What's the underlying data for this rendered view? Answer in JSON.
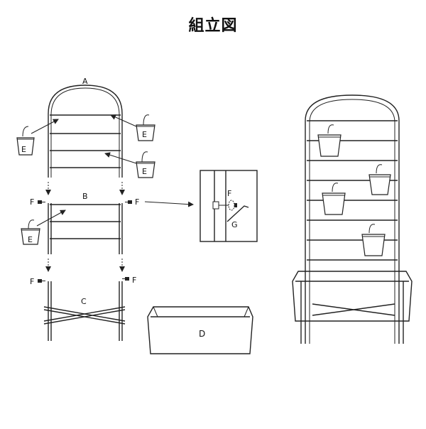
{
  "title": "組立図",
  "labels": {
    "A": "A",
    "B": "B",
    "C": "C",
    "D": "D",
    "E": "E",
    "F": "F",
    "G": "G"
  }
}
